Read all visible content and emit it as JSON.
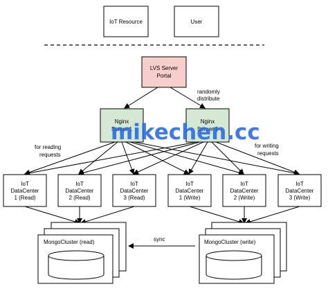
{
  "top": {
    "iot_resource": "IoT Resource",
    "user": "User"
  },
  "lvs": {
    "line1": "LVS Server",
    "line2": "Portal"
  },
  "annotations": {
    "randomly_1": "randomly",
    "randomly_2": "distribute",
    "reading_1": "for reading",
    "reading_2": "requests",
    "writing_1": "for writing",
    "writing_2": "requests",
    "sync": "sync"
  },
  "nginx": [
    {
      "line1": "Nginx",
      "line2": "Server 1"
    },
    {
      "line1": "Nginx",
      "line2": "Server 2"
    }
  ],
  "datacenters": [
    {
      "line1": "IoT",
      "line2": "DataCenter",
      "line3": "1 (Read)"
    },
    {
      "line1": "IoT",
      "line2": "DataCenter",
      "line3": "2 (Read)"
    },
    {
      "line1": "IoT",
      "line2": "DataCenter",
      "line3": "3 (Read)"
    },
    {
      "line1": "IoT",
      "line2": "DataCenter",
      "line3": "1 (Write)"
    },
    {
      "line1": "IoT",
      "line2": "DataCenter",
      "line3": "2 (Write)"
    },
    {
      "line1": "IoT",
      "line2": "DataCenter",
      "line3": "3 (Write)"
    }
  ],
  "clusters": {
    "read": "MongoCluster (read)",
    "write": "MongoCluster (write)"
  },
  "watermark": "mikechen.cc"
}
